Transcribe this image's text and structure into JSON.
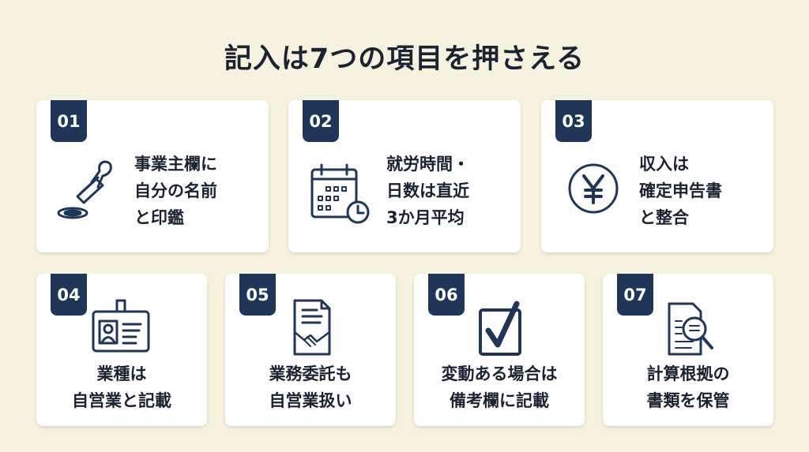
{
  "title": "記入は7つの項目を押さえる",
  "colors": {
    "background": "#f7f1df",
    "accent": "#1f3658",
    "card": "#ffffff"
  },
  "items": [
    {
      "number": "01",
      "icon": "stamp-icon",
      "text": "事業主欄に\n自分の名前\nと印鑑"
    },
    {
      "number": "02",
      "icon": "calendar-clock-icon",
      "text": "就労時間・\n日数は直近\n3か月平均"
    },
    {
      "number": "03",
      "icon": "yen-coin-icon",
      "text": "収入は\n確定申告書\nと整合"
    },
    {
      "number": "04",
      "icon": "id-card-icon",
      "text": "業種は\n自営業と記載"
    },
    {
      "number": "05",
      "icon": "contract-handshake-icon",
      "text": "業務委託も\n自営業扱い"
    },
    {
      "number": "06",
      "icon": "checkbox-icon",
      "text": "変動ある場合は\n備考欄に記載"
    },
    {
      "number": "07",
      "icon": "document-search-icon",
      "text": "計算根拠の\n書類を保管"
    }
  ]
}
